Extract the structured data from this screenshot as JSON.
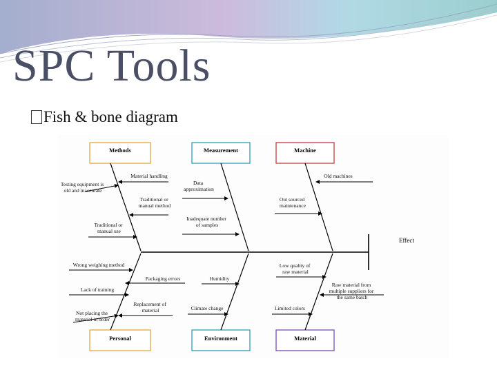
{
  "slide": {
    "title": "SPC Tools",
    "bullet": "Fish & bone diagram",
    "bullet_glyph": "square-bullet-icon"
  },
  "diagram": {
    "effect": "Effect",
    "categories": {
      "methods": "Methods",
      "measurement": "Measurement",
      "machine": "Machine",
      "personal": "Personal",
      "environment": "Environment",
      "material": "Material"
    },
    "causes": {
      "testing_equipment": [
        "Testing equipment is",
        "old and inaccurate"
      ],
      "material_handling": [
        "Material handling"
      ],
      "traditional_manual_method": [
        "Traditional or",
        "manual method"
      ],
      "traditional_manual_use": [
        "Traditional or",
        "manual use"
      ],
      "data_approximation": [
        "Data",
        "approximation"
      ],
      "inadequate_samples": [
        "Inadequate number",
        "of samples"
      ],
      "old_machines": [
        "Old machines"
      ],
      "outsourced_maintenance": [
        "Out sourced",
        "maintenance"
      ],
      "wrong_weighing": [
        "Wrong weighing method"
      ],
      "packaging_errors": [
        "Packaging errors"
      ],
      "lack_of_training": [
        "Lack of training"
      ],
      "not_placing_material": [
        "Not placing the",
        "material in order"
      ],
      "replacement_material": [
        "Replacement of",
        "material"
      ],
      "humidity": [
        "Humidity"
      ],
      "climate_change": [
        "Climate change"
      ],
      "low_quality_raw": [
        "Low quality of",
        "raw material"
      ],
      "raw_multiple_suppliers": [
        "Raw material from",
        "multiple suppliers for",
        "the same batch"
      ],
      "limited_colors": [
        "Limited colors"
      ]
    },
    "colors": {
      "methods": "#e8a33d",
      "measurement": "#2f9fb8",
      "machine": "#c23b3b",
      "personal": "#e8a33d",
      "environment": "#2f9fb8",
      "material": "#7b4bb3",
      "title": "#4a4f66"
    }
  }
}
